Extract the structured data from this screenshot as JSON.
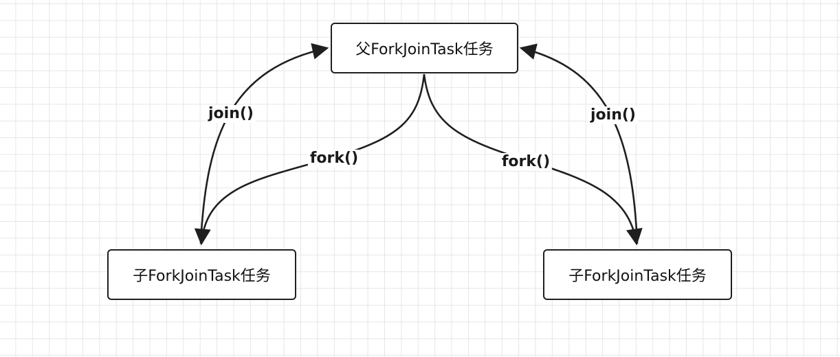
{
  "diagram": {
    "nodes": {
      "parent": "父ForkJoinTask任务",
      "child_left": "子ForkJoinTask任务",
      "child_right": "子ForkJoinTask任务"
    },
    "edges": {
      "join_left": "join()",
      "fork_left": "fork()",
      "join_right": "join()",
      "fork_right": "fork()"
    },
    "colors": {
      "stroke": "#1f1f1f",
      "grid": "#e6e6e6",
      "background": "#ffffff"
    }
  }
}
